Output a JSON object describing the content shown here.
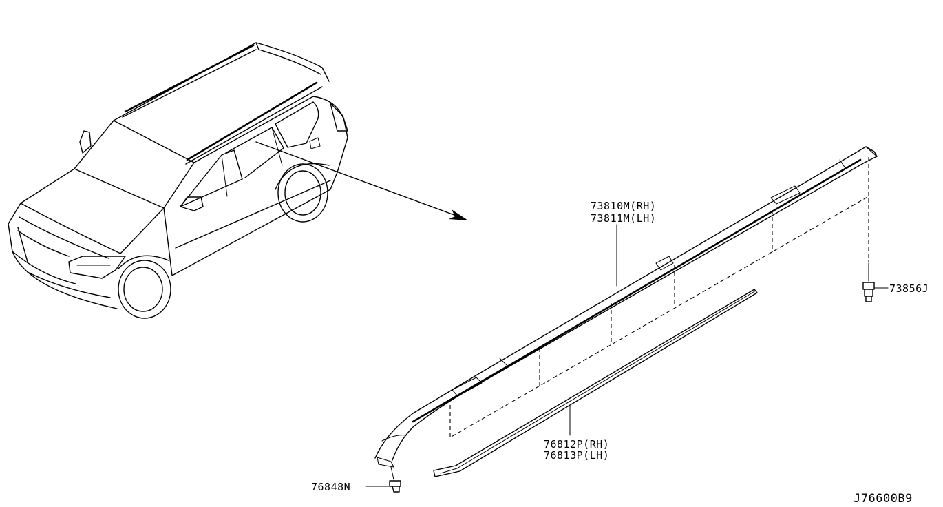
{
  "diagram_id": "J76600B9",
  "parts": {
    "roof_rail": {
      "line1": "73810M(RH)",
      "line2": "73811M(LH)"
    },
    "clip_rear": {
      "label": "73856J"
    },
    "drip_molding": {
      "line1": "76812P(RH)",
      "line2": "76813P(LH)"
    },
    "clip_front": {
      "label": "76848N"
    }
  }
}
